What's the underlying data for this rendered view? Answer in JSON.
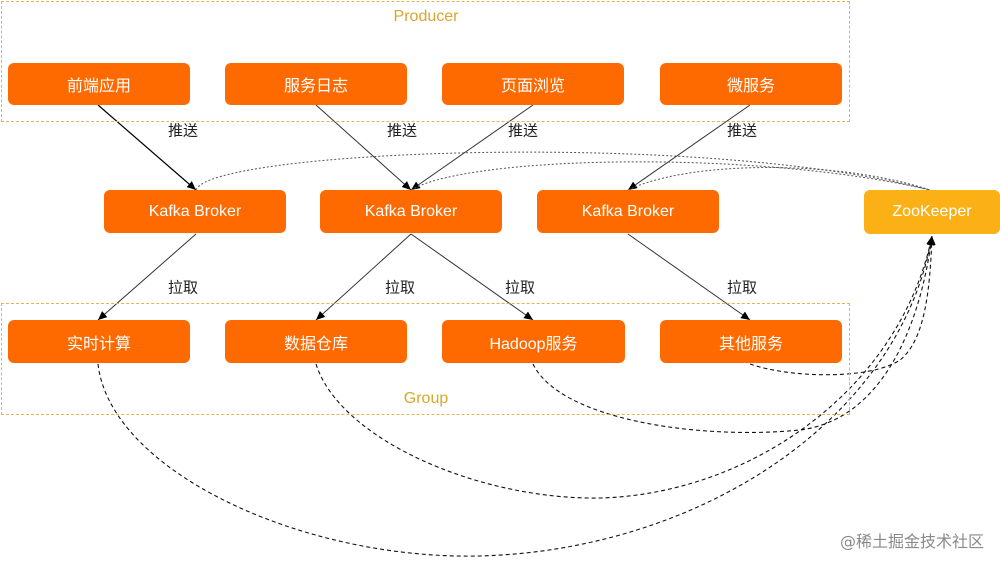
{
  "groups": {
    "producer": "Producer",
    "consumer": "Group"
  },
  "producers": [
    "前端应用",
    "服务日志",
    "页面浏览",
    "微服务"
  ],
  "brokers": [
    "Kafka Broker",
    "Kafka Broker",
    "Kafka Broker"
  ],
  "zookeeper": "ZooKeeper",
  "consumers": [
    "实时计算",
    "数据仓库",
    "Hadoop服务",
    "其他服务"
  ],
  "edge_labels": {
    "push": "推送",
    "pull": "拉取"
  },
  "watermark": "@稀土掘金技术社区",
  "colors": {
    "node": "#ff6a00",
    "zookeeper": "#fbb116",
    "group_border": "#e0b35a",
    "group_label": "#d9a62e"
  }
}
